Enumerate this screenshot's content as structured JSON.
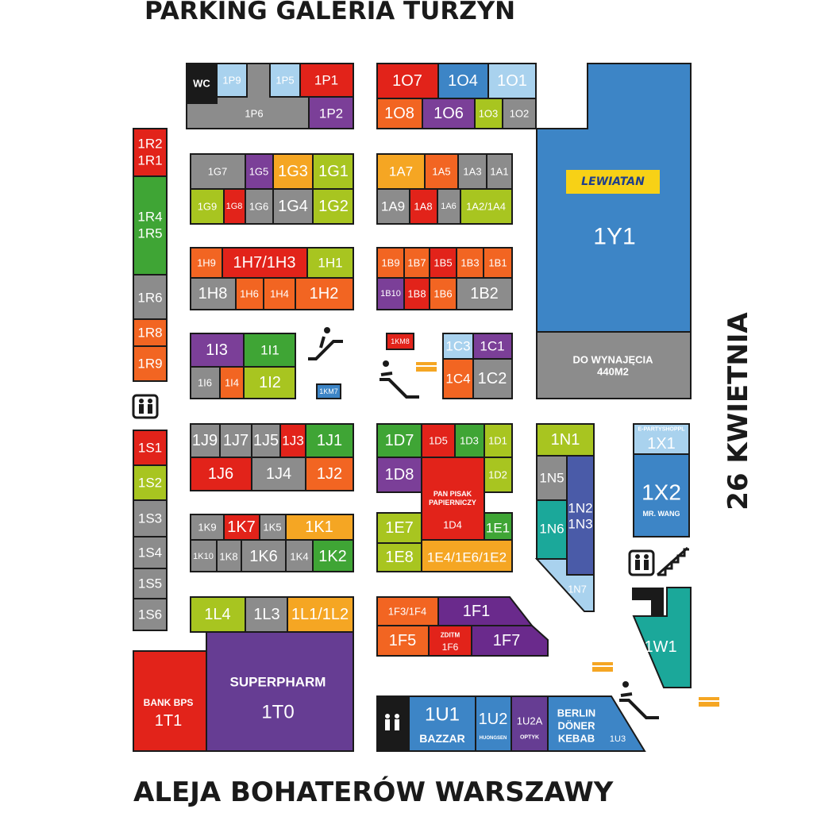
{
  "header": {
    "title": "PARKING GALERIA TURZYN"
  },
  "street_bottom": "ALEJA BOHATERÓW WARSZAWY",
  "street_right": "26 KWIETNIA",
  "colors": {
    "red": "#e2231a",
    "orange": "#f26522",
    "amber": "#f5a623",
    "lime": "#a8c520",
    "green": "#3fa535",
    "gray": "#8c8c8c",
    "purple": "#7b3f98",
    "blue": "#3d85c6",
    "lightblue": "#a9d2ee",
    "navy": "#4a5ba8",
    "teal": "#1ba89a",
    "darkpurple": "#6a2a8c",
    "black": "#1a1a1a",
    "yellow_logo": "#f7d116",
    "bank_red": "#e2231a",
    "superpharm": "#663d93"
  },
  "units": {
    "wc": "WC",
    "1P9": "1P9",
    "1P5": "1P5",
    "1P1": "1P1",
    "1P6": "1P6",
    "1P2": "1P2",
    "1O7": "1O7",
    "1O4": "1O4",
    "1O1": "1O1",
    "1O8": "1O8",
    "1O6": "1O6",
    "1O3": "1O3",
    "1O2": "1O2",
    "1Y1": "1Y1",
    "lewiatan": "LEWIATAN",
    "rent_a": "DO WYNAJĘCIA",
    "rent_b": "440M2",
    "1R2": "1R2",
    "1R1": "1R1",
    "1R4": "1R4",
    "1R5": "1R5",
    "1R6": "1R6",
    "1R8": "1R8",
    "1R9": "1R9",
    "1G7": "1G7",
    "1G5": "1G5",
    "1G3": "1G3",
    "1G1": "1G1",
    "1G9": "1G9",
    "1G8": "1G8",
    "1G6": "1G6",
    "1G4": "1G4",
    "1G2": "1G2",
    "1A7": "1A7",
    "1A5": "1A5",
    "1A3": "1A3",
    "1A1": "1A1",
    "1A9": "1A9",
    "1A8": "1A8",
    "1A6": "1A6",
    "1A2/1A4": "1A2/1A4",
    "1H9": "1H9",
    "1H7/1H3": "1H7/1H3",
    "1H1": "1H1",
    "1H8": "1H8",
    "1H6": "1H6",
    "1H4": "1H4",
    "1H2": "1H2",
    "1B9": "1B9",
    "1B7": "1B7",
    "1B5": "1B5",
    "1B3": "1B3",
    "1B1": "1B1",
    "1B10": "1B10",
    "1B8": "1B8",
    "1B6": "1B6",
    "1B2": "1B2",
    "1I3": "1I3",
    "1I1": "1I1",
    "1I6": "1I6",
    "1I4": "1I4",
    "1I2": "1I2",
    "1KM7": "1KM7",
    "1KM8": "1KM8",
    "1C3": "1C3",
    "1C1": "1C1",
    "1C4": "1C4",
    "1C2": "1C2",
    "1S1": "1S1",
    "1S2": "1S2",
    "1S3": "1S3",
    "1S4": "1S4",
    "1S5": "1S5",
    "1S6": "1S6",
    "1J9": "1J9",
    "1J7": "1J7",
    "1J5": "1J5",
    "1J3": "1J3",
    "1J1": "1J1",
    "1J6": "1J6",
    "1J4": "1J4",
    "1J2": "1J2",
    "1D7": "1D7",
    "1D5": "1D5",
    "1D3": "1D3",
    "1D1": "1D1",
    "1D8": "1D8",
    "1D2": "1D2",
    "pan_a": "PAN PISAK",
    "pan_b": "PAPIERNICZY",
    "1D4": "1D4",
    "1E7": "1E7",
    "1E1": "1E1",
    "1E8": "1E8",
    "1E4/1E6/1E2": "1E4/1E6/1E2",
    "1N1": "1N1",
    "1N5": "1N5",
    "1N6": "1N6",
    "1N2": "1N2",
    "1N3": "1N3",
    "1N7": "1N7",
    "eparty": "E-PARTYSHOPPL",
    "1X1": "1X1",
    "1X2": "1X2",
    "mrwang": "MR. WANG",
    "1K9": "1K9",
    "1K7": "1K7",
    "1K5": "1K5",
    "1K1": "1K1",
    "1K10": "1K10",
    "1K8": "1K8",
    "1K6": "1K6",
    "1K4": "1K4",
    "1K2": "1K2",
    "1L4": "1L4",
    "1L3": "1L3",
    "1L1/1L2": "1L1/1L2",
    "1F3/1F4": "1F3/1F4",
    "1F1": "1F1",
    "1F5": "1F5",
    "zditm": "ZDITM",
    "1F6": "1F6",
    "1F7": "1F7",
    "1W1": "1W1",
    "bank": "BANK BPS",
    "1T1": "1T1",
    "superpharm": "SUPERPHARM",
    "1T0": "1T0",
    "1U1": "1U1",
    "bazzar": "BAZZAR",
    "1U2": "1U2",
    "huongsen": "HUONGSEN",
    "1U2A": "1U2A",
    "optyk": "OPTYK",
    "berlin_a": "BERLIN",
    "berlin_b": "DÖNER",
    "berlin_c": "KEBAB",
    "1U3": "1U3"
  }
}
